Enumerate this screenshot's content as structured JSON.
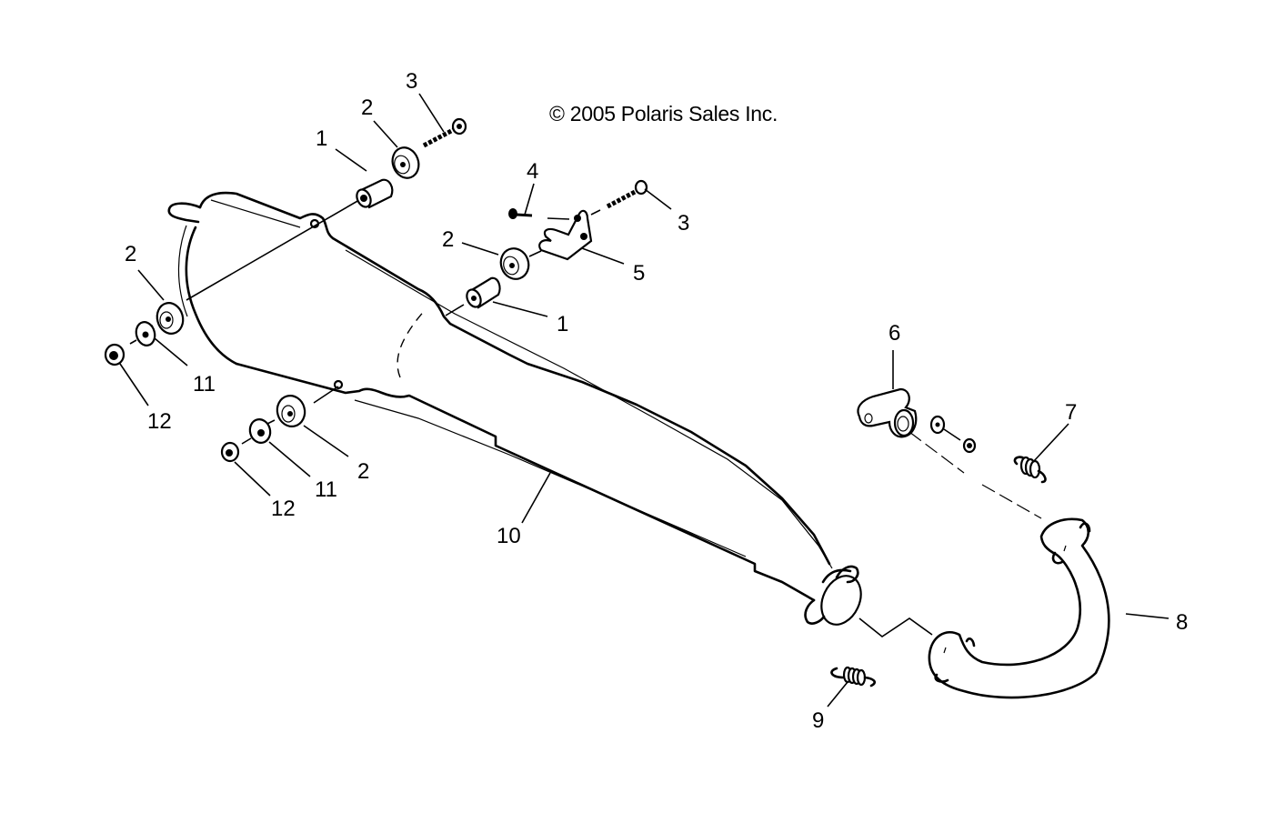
{
  "diagram": {
    "title": "Exhaust System Exploded Parts Diagram",
    "copyright": "© 2005 Polaris Sales Inc.",
    "callouts": [
      {
        "id": "c1a",
        "number": "1",
        "part": "bushing-upper"
      },
      {
        "id": "c2a",
        "number": "2",
        "part": "grommet-upper"
      },
      {
        "id": "c3a",
        "number": "3",
        "part": "bolt-upper"
      },
      {
        "id": "c4",
        "number": "4",
        "part": "screw"
      },
      {
        "id": "c3b",
        "number": "3",
        "part": "bolt-bracket"
      },
      {
        "id": "c2b",
        "number": "2",
        "part": "grommet-middle"
      },
      {
        "id": "c5",
        "number": "5",
        "part": "bracket"
      },
      {
        "id": "c1b",
        "number": "1",
        "part": "bushing-middle"
      },
      {
        "id": "c2c",
        "number": "2",
        "part": "grommet-left-upper"
      },
      {
        "id": "c11a",
        "number": "11",
        "part": "washer-left-upper"
      },
      {
        "id": "c12a",
        "number": "12",
        "part": "nut-left-upper"
      },
      {
        "id": "c2d",
        "number": "2",
        "part": "grommet-left-lower"
      },
      {
        "id": "c11b",
        "number": "11",
        "part": "washer-left-lower"
      },
      {
        "id": "c12b",
        "number": "12",
        "part": "nut-left-lower"
      },
      {
        "id": "c10",
        "number": "10",
        "part": "muffler"
      },
      {
        "id": "c6",
        "number": "6",
        "part": "exhaust-flange"
      },
      {
        "id": "c7",
        "number": "7",
        "part": "spring-upper"
      },
      {
        "id": "c8",
        "number": "8",
        "part": "head-pipe"
      },
      {
        "id": "c9",
        "number": "9",
        "part": "spring-lower"
      }
    ]
  }
}
